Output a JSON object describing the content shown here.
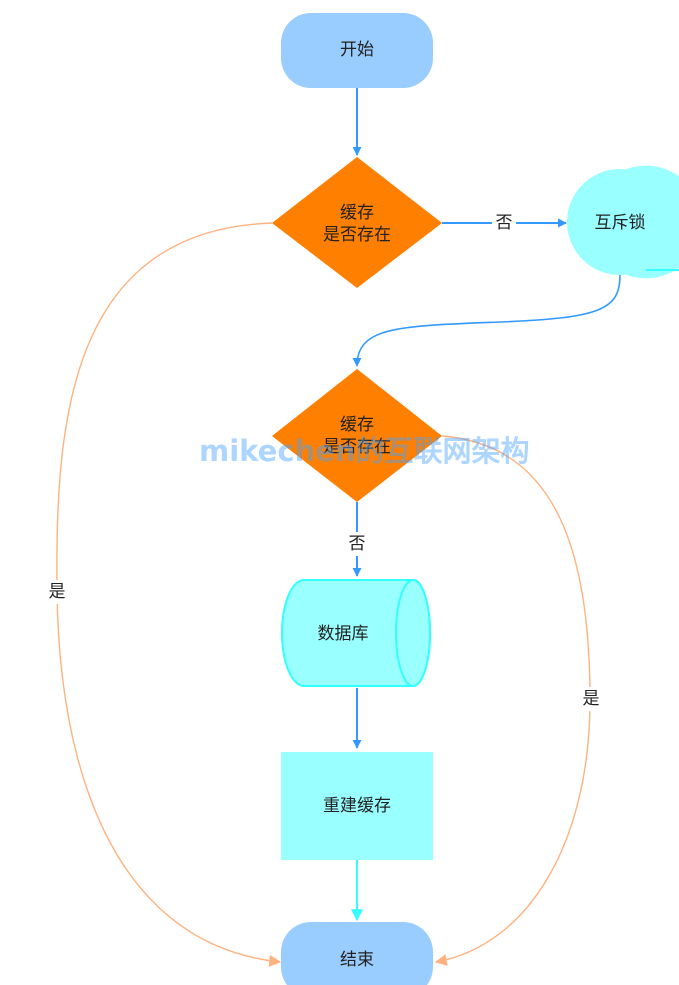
{
  "nodes": {
    "start": {
      "label": "开始"
    },
    "check1": {
      "line1": "缓存",
      "line2": "是否存在"
    },
    "mutex": {
      "label": "互斥锁"
    },
    "check2": {
      "line1": "缓存",
      "line2": "是否存在"
    },
    "database": {
      "label": "数据库"
    },
    "rebuild": {
      "label": "重建缓存"
    },
    "end": {
      "label": "结束"
    }
  },
  "edges": {
    "check1_no": "否",
    "check1_yes": "是",
    "check2_no": "否",
    "check2_yes": "是"
  },
  "watermark": "mikechen的互联网架构",
  "colors": {
    "terminal": "#99ccff",
    "decision": "#ff7f00",
    "process": "#99ffff",
    "flow_arrow": "#3399ff",
    "yes_arrow": "#ffb27f",
    "rebuild_arrow": "#33ffff"
  }
}
